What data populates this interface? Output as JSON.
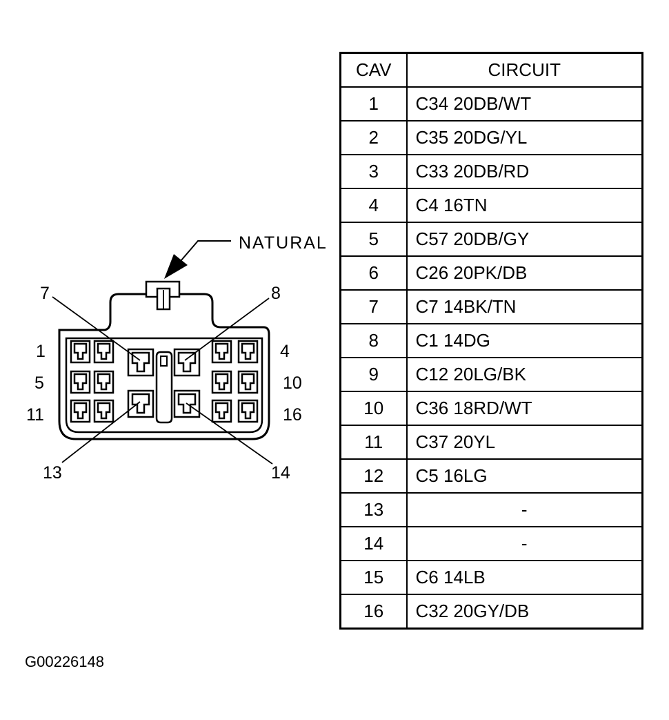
{
  "diagram": {
    "connector_color_label": "NATURAL",
    "pin_labels": {
      "p1": "1",
      "p4": "4",
      "p5": "5",
      "p7": "7",
      "p8": "8",
      "p10": "10",
      "p11": "11",
      "p13": "13",
      "p14": "14",
      "p16": "16"
    }
  },
  "table": {
    "headers": {
      "cav": "CAV",
      "circuit": "CIRCUIT"
    },
    "rows": [
      {
        "cav": "1",
        "circuit": "C34 20DB/WT"
      },
      {
        "cav": "2",
        "circuit": "C35 20DG/YL"
      },
      {
        "cav": "3",
        "circuit": "C33 20DB/RD"
      },
      {
        "cav": "4",
        "circuit": "C4 16TN"
      },
      {
        "cav": "5",
        "circuit": "C57 20DB/GY"
      },
      {
        "cav": "6",
        "circuit": "C26 20PK/DB"
      },
      {
        "cav": "7",
        "circuit": "C7 14BK/TN"
      },
      {
        "cav": "8",
        "circuit": "C1 14DG"
      },
      {
        "cav": "9",
        "circuit": "C12 20LG/BK"
      },
      {
        "cav": "10",
        "circuit": "C36 18RD/WT"
      },
      {
        "cav": "11",
        "circuit": "C37 20YL"
      },
      {
        "cav": "12",
        "circuit": "C5 16LG"
      },
      {
        "cav": "13",
        "circuit": "-"
      },
      {
        "cav": "14",
        "circuit": "-"
      },
      {
        "cav": "15",
        "circuit": "C6 14LB"
      },
      {
        "cav": "16",
        "circuit": "C32 20GY/DB"
      }
    ]
  },
  "figure_id": "G00226148"
}
